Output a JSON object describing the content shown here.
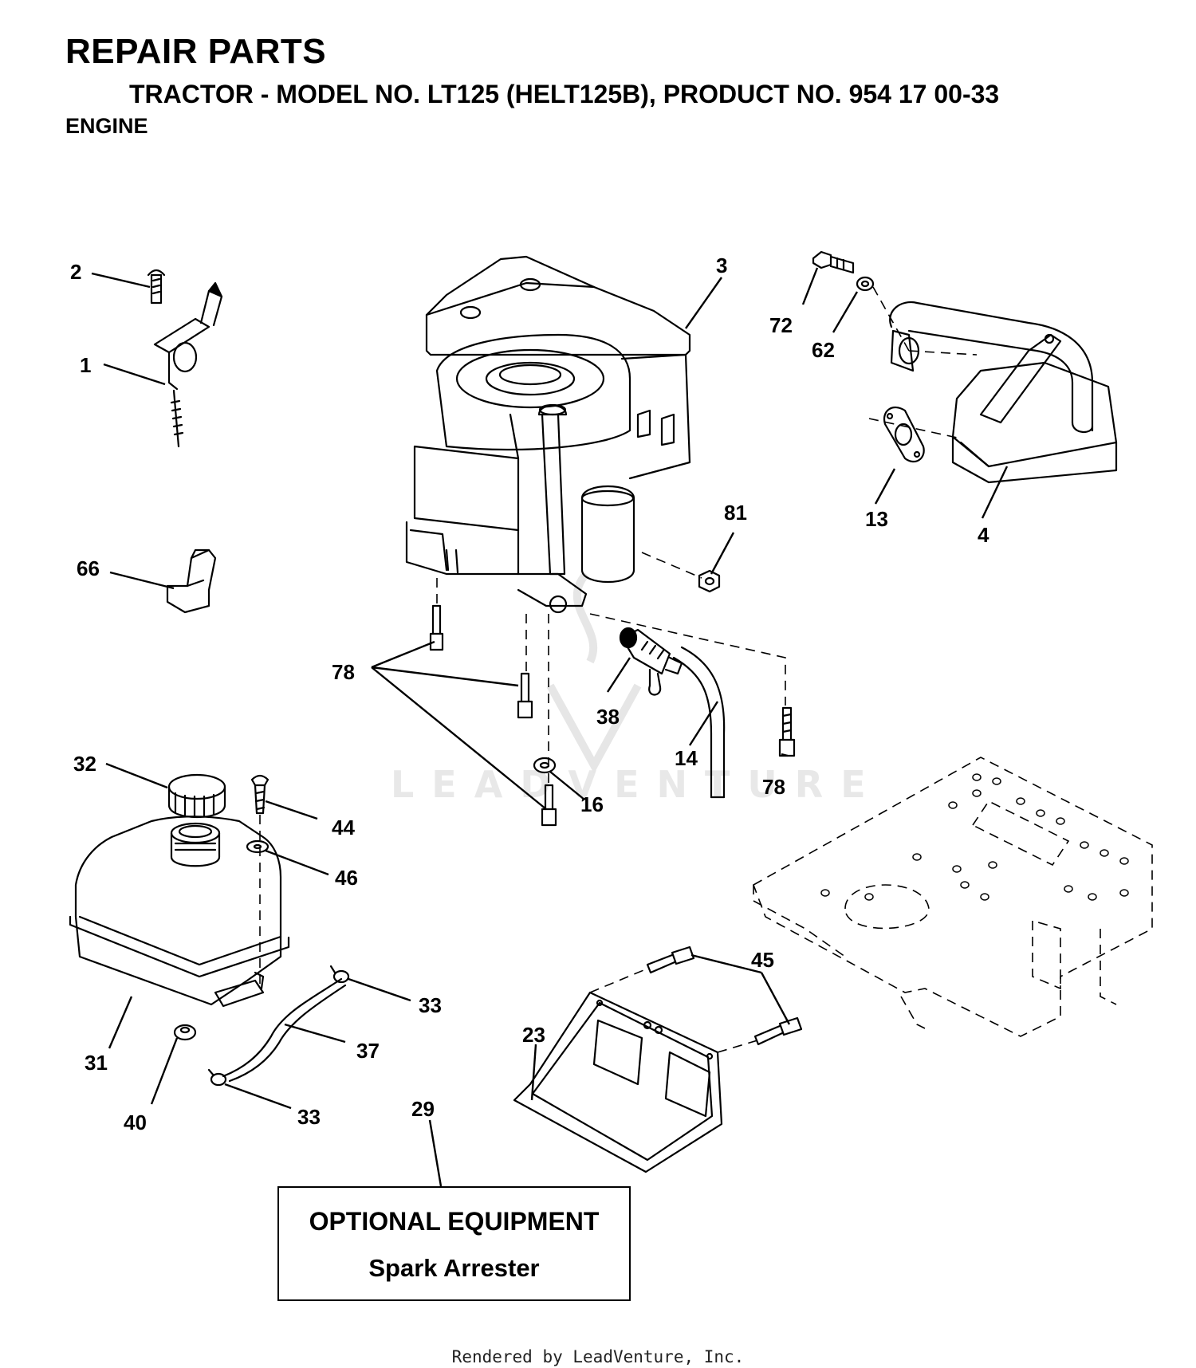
{
  "header": {
    "title": "REPAIR PARTS",
    "subtitle": "TRACTOR - MODEL NO. LT125 (HELT125B), PRODUCT NO. 954 17 00-33",
    "section": "ENGINE"
  },
  "callouts": {
    "c1": "1",
    "c2": "2",
    "c3": "3",
    "c4": "4",
    "c13": "13",
    "c14": "14",
    "c16": "16",
    "c23": "23",
    "c29": "29",
    "c31": "31",
    "c32": "32",
    "c33a": "33",
    "c33b": "33",
    "c37": "37",
    "c38": "38",
    "c40": "40",
    "c44": "44",
    "c45": "45",
    "c46": "46",
    "c62": "62",
    "c66": "66",
    "c72": "72",
    "c78a": "78",
    "c78b": "78",
    "c81": "81"
  },
  "optional_box": {
    "title": "OPTIONAL EQUIPMENT",
    "subtitle": "Spark Arrester"
  },
  "watermark": "LEADVENTURE",
  "footer": "Rendered by LeadVenture, Inc."
}
